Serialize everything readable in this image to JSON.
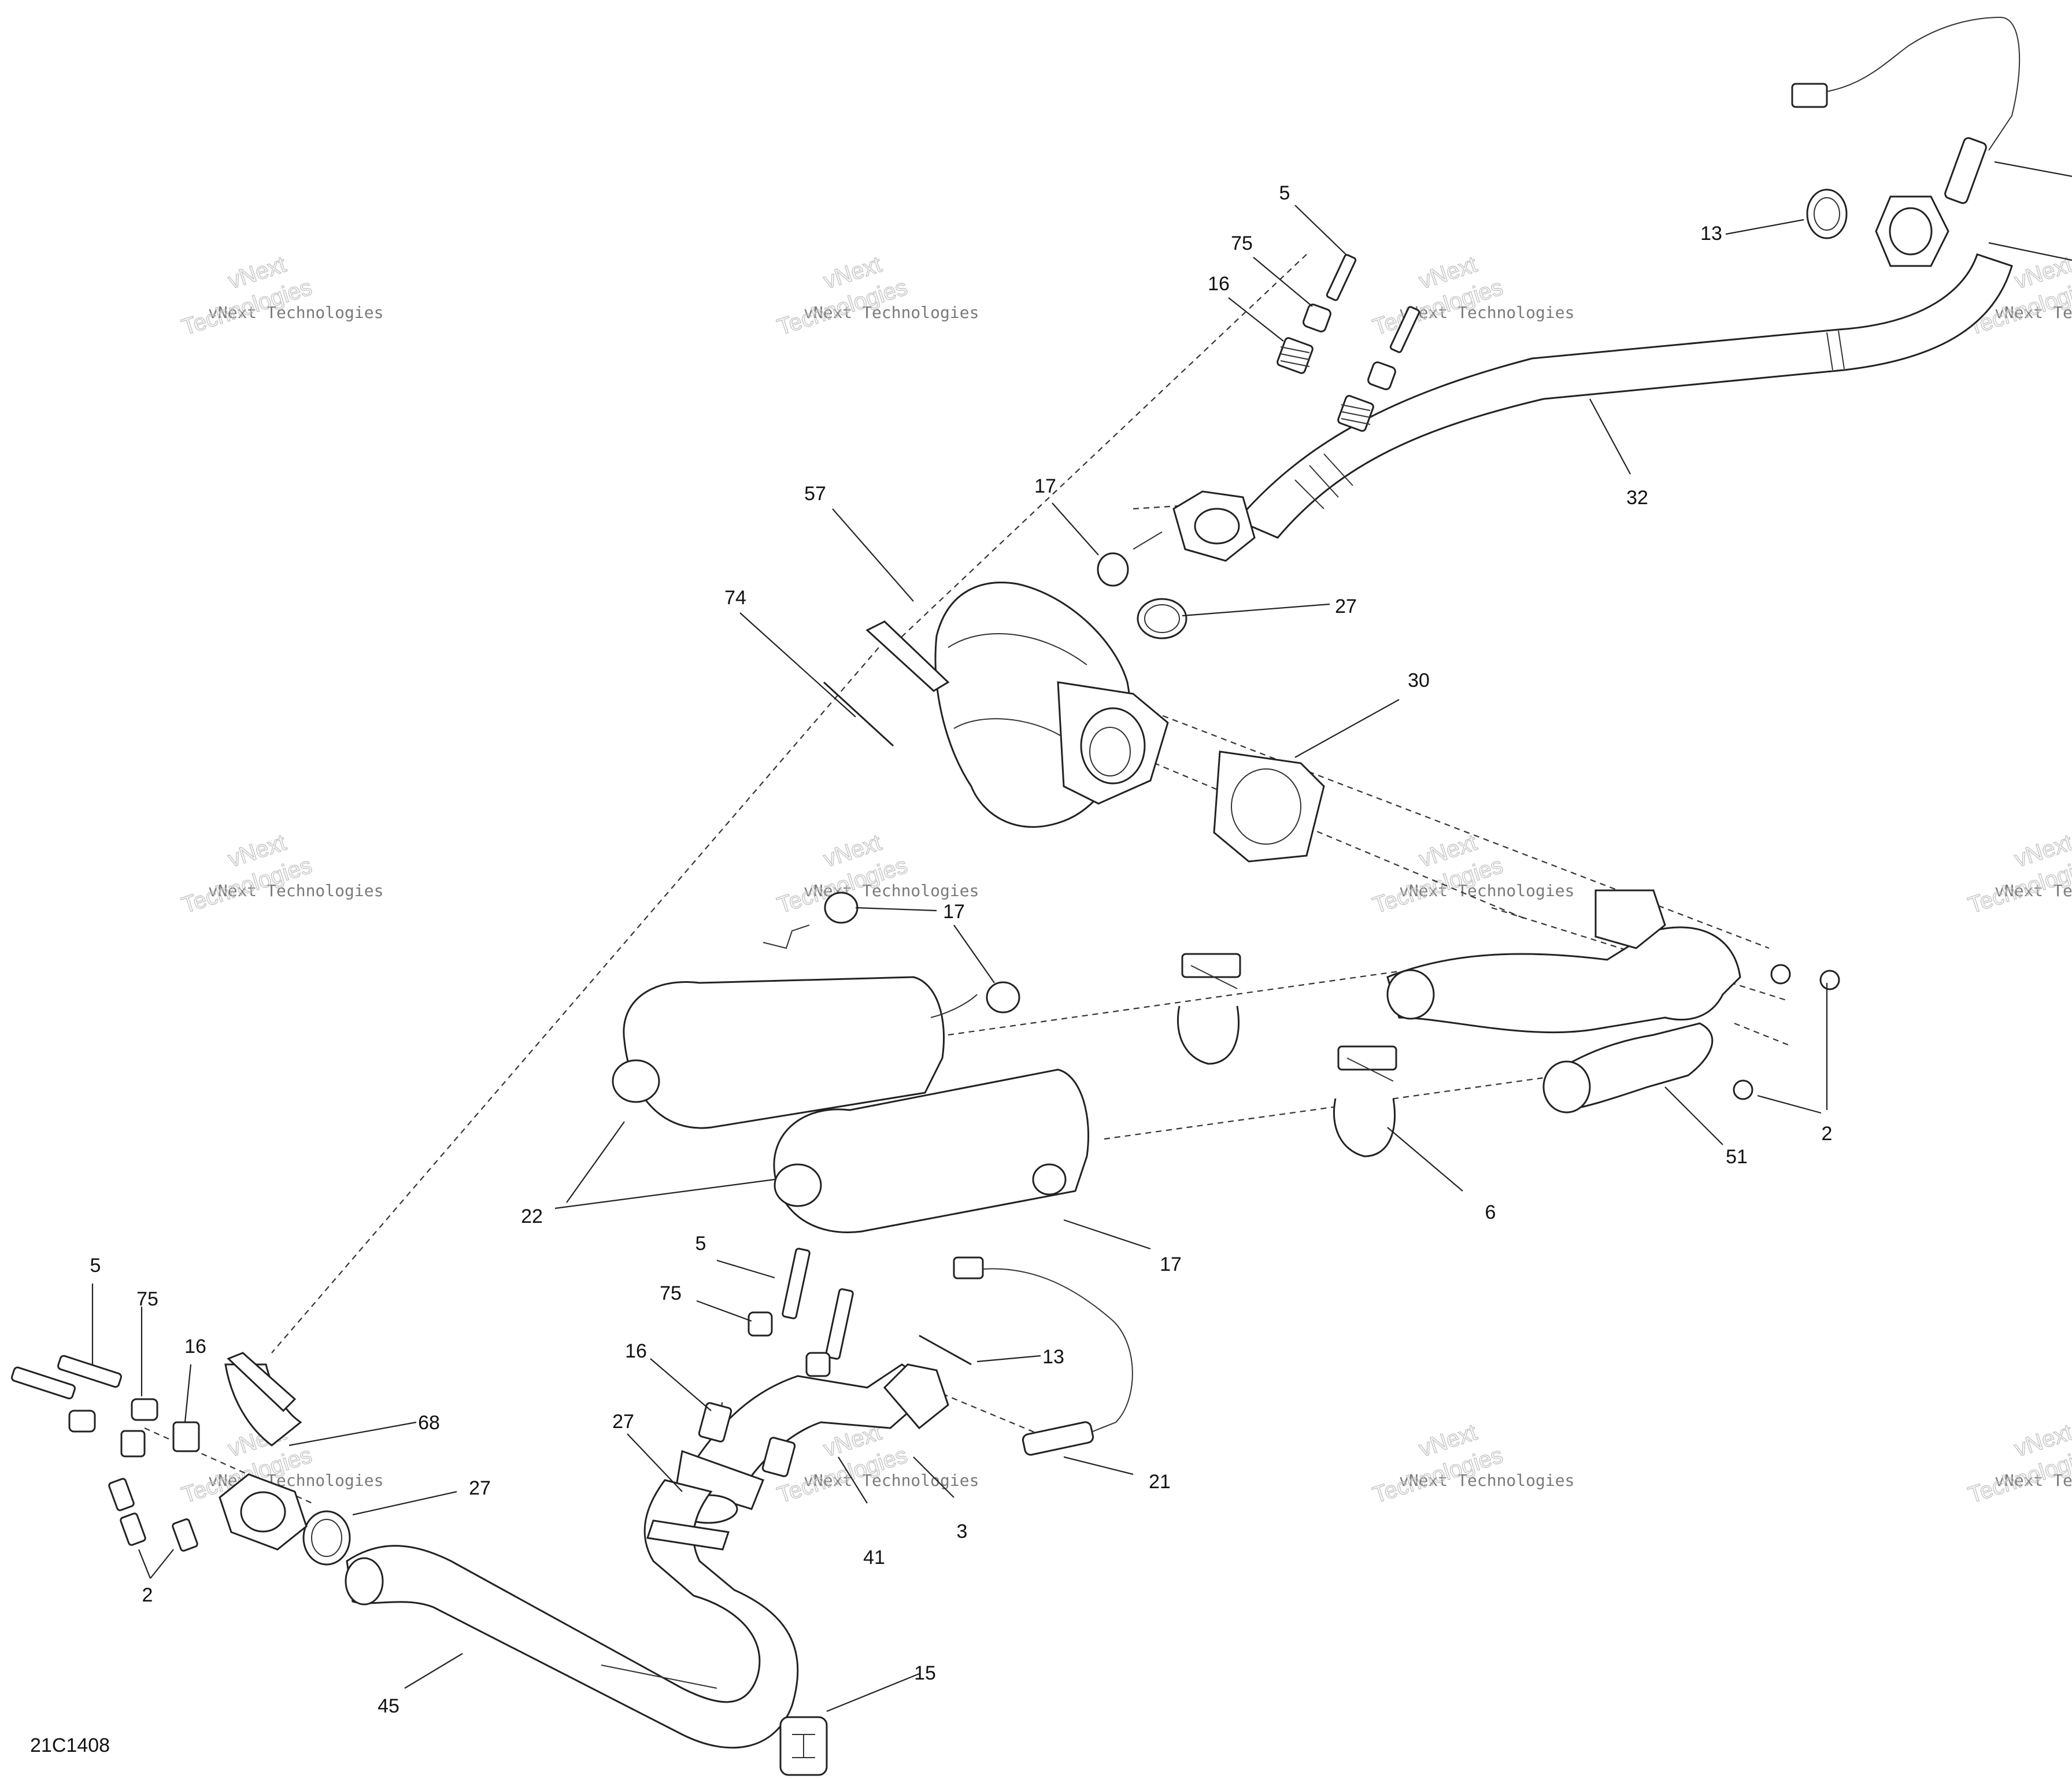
{
  "diagram_code": "21C1408",
  "watermark": {
    "line1": "vNext Technologies",
    "line2": "vNext",
    "line3": "Technologies"
  },
  "callouts": {
    "c5a": "5",
    "c75a": "75",
    "c16a": "16",
    "c13a": "13",
    "c17a": "17",
    "c57": "57",
    "c74": "74",
    "c27a": "27",
    "c32": "32",
    "c30": "30",
    "c17b": "17",
    "c22": "22",
    "c17c": "17",
    "c6": "6",
    "c51": "51",
    "c2a": "2",
    "c5b": "5",
    "c75b": "75",
    "c16b": "16",
    "c68": "68",
    "c27b": "27",
    "c2b": "2",
    "c5c": "5",
    "c75c": "75",
    "c16c": "16",
    "c27c": "27",
    "c13b": "13",
    "c41": "41",
    "c3": "3",
    "c21": "21",
    "c45": "45",
    "c15": "15"
  }
}
